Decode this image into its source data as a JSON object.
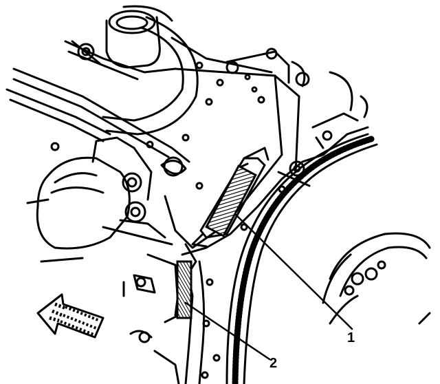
{
  "callouts": [
    {
      "id": "1",
      "label": "1"
    },
    {
      "id": "2",
      "label": "2"
    }
  ],
  "icons": [
    "direction-arrow-icon"
  ],
  "colors": {
    "ink": "#000000",
    "paper": "#ffffff"
  }
}
